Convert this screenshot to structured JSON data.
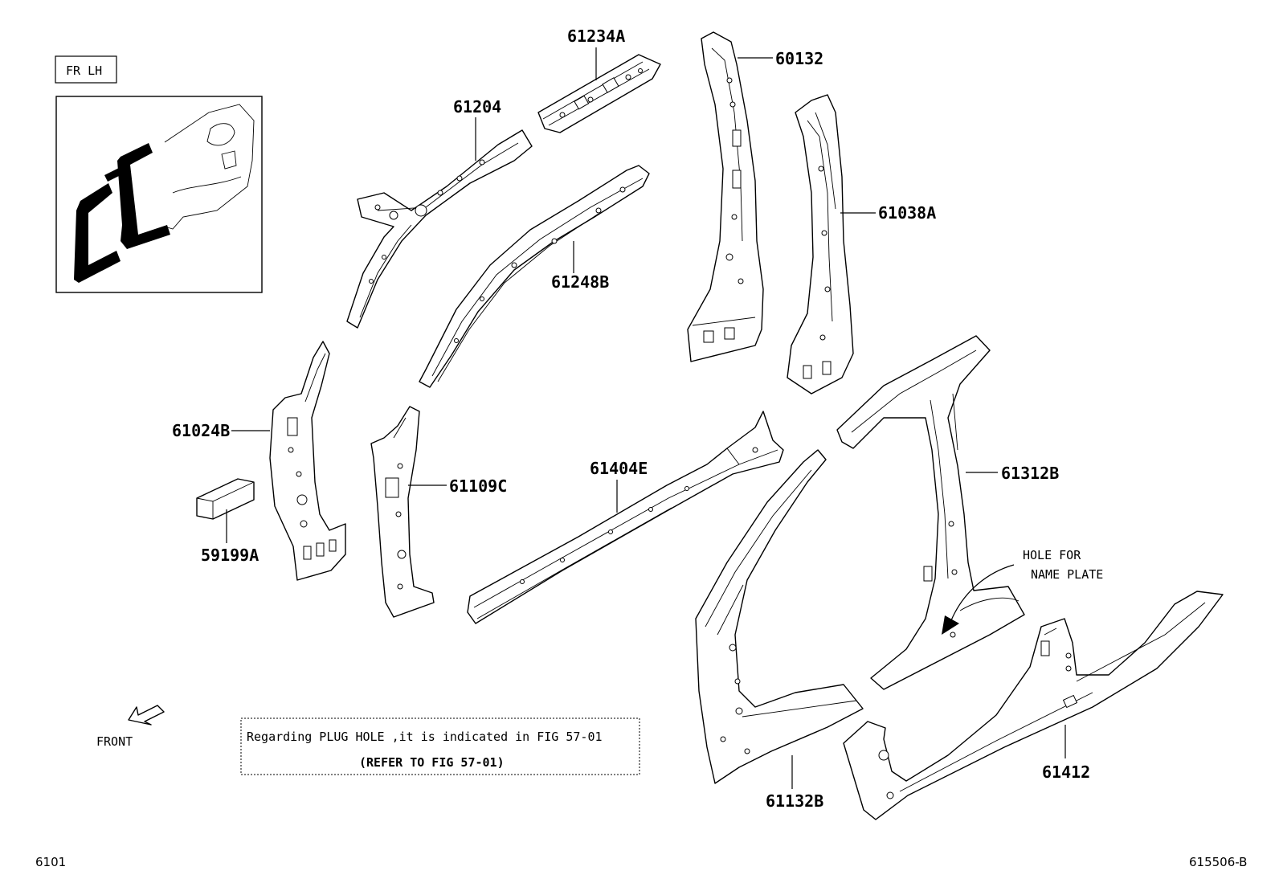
{
  "view": {
    "direction_label": "FR LH"
  },
  "parts": [
    {
      "id": "61234A"
    },
    {
      "id": "60132"
    },
    {
      "id": "61204"
    },
    {
      "id": "61038A"
    },
    {
      "id": "61248B"
    },
    {
      "id": "61024B"
    },
    {
      "id": "61109C"
    },
    {
      "id": "61404E"
    },
    {
      "id": "61312B"
    },
    {
      "id": "59199A"
    },
    {
      "id": "61132B"
    },
    {
      "id": "61412"
    }
  ],
  "callout": {
    "line1": "HOLE FOR",
    "line2": "NAME PLATE"
  },
  "front_label": "FRONT",
  "note": {
    "line1": "Regarding PLUG HOLE ,it is indicated in FIG 57-01",
    "line2": "(REFER TO FIG 57-01)"
  },
  "footer": {
    "left": "6101",
    "right": "615506-B"
  }
}
